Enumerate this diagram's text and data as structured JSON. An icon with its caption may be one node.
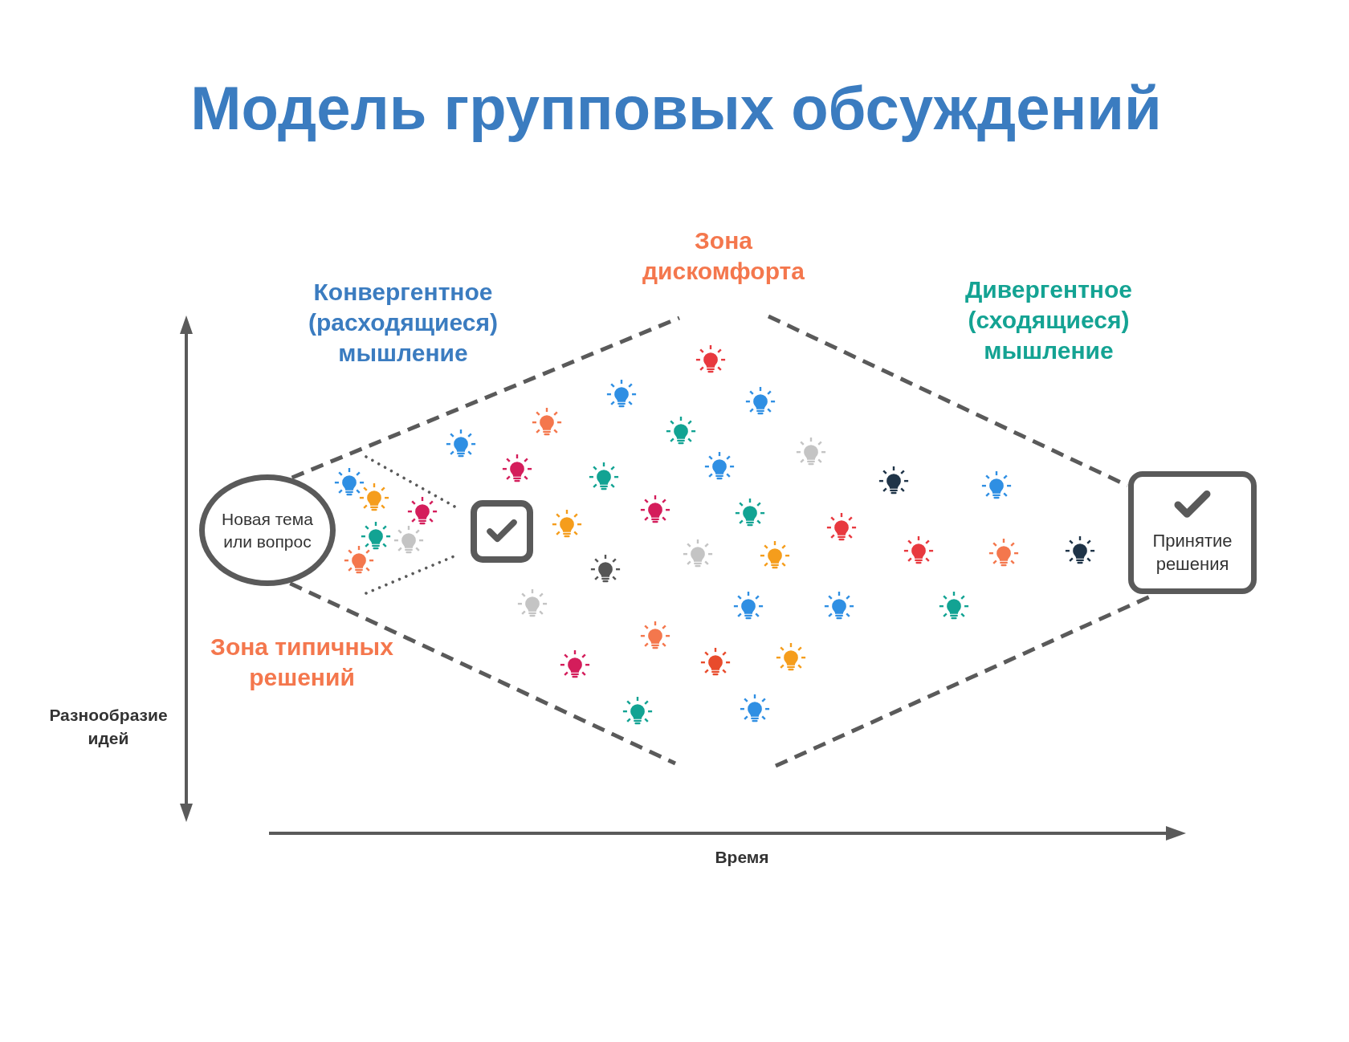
{
  "diagram": {
    "title": "Модель групповых обсуждений",
    "nodes": [
      {
        "text": [
          "Новая тема или вопрос"
        ]
      },
      {
        "text": [],
        "shape": "box"
      },
      {
        "text": [
          "Принятие решения"
        ]
      }
    ],
    "edges": [
      {
        "from": 0,
        "to": null,
        "arrow": "none",
        "style": "dashed"
      },
      {
        "from": 0,
        "to": null,
        "arrow": "none",
        "style": "dashed"
      },
      {
        "from": null,
        "to": 2,
        "arrow": "none",
        "style": "dashed"
      },
      {
        "from": null,
        "to": 2,
        "arrow": "none",
        "style": "dashed"
      }
    ],
    "labels": [
      "Зона дискомфорта",
      "Конвергентное (расходящиеся) мышление",
      "Дивергентное (сходящиеся) мышление",
      "Зона типичных решений",
      "Разнообразие идей",
      "Время"
    ]
  }
}
